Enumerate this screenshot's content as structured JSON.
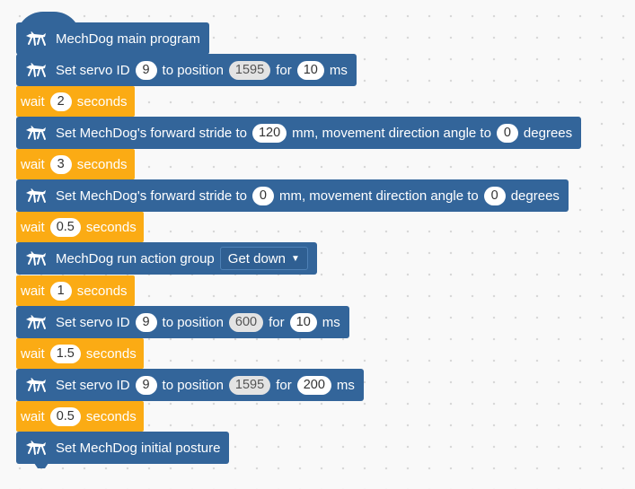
{
  "blocks": [
    {
      "type": "hat",
      "label": "MechDog main program"
    },
    {
      "type": "servo",
      "parts": [
        "Set servo ID",
        "to position",
        "for",
        "ms"
      ],
      "values": [
        "9",
        "1595",
        "10"
      ]
    },
    {
      "type": "wait",
      "parts": [
        "wait",
        "seconds"
      ],
      "value": "2"
    },
    {
      "type": "stride",
      "parts": [
        "Set MechDog's forward stride to",
        "mm, movement direction angle to",
        "degrees"
      ],
      "values": [
        "120",
        "0"
      ]
    },
    {
      "type": "wait",
      "parts": [
        "wait",
        "seconds"
      ],
      "value": "3"
    },
    {
      "type": "stride",
      "parts": [
        "Set MechDog's forward stride to",
        "mm, movement direction angle to",
        "degrees"
      ],
      "values": [
        "0",
        "0"
      ]
    },
    {
      "type": "wait",
      "parts": [
        "wait",
        "seconds"
      ],
      "value": "0.5"
    },
    {
      "type": "action",
      "label": "MechDog run action group",
      "dropdown": "Get down"
    },
    {
      "type": "wait",
      "parts": [
        "wait",
        "seconds"
      ],
      "value": "1"
    },
    {
      "type": "servo",
      "parts": [
        "Set servo ID",
        "to position",
        "for",
        "ms"
      ],
      "values": [
        "9",
        "600",
        "10"
      ]
    },
    {
      "type": "wait",
      "parts": [
        "wait",
        "seconds"
      ],
      "value": "1.5"
    },
    {
      "type": "servo",
      "parts": [
        "Set servo ID",
        "to position",
        "for",
        "ms"
      ],
      "values": [
        "9",
        "1595",
        "200"
      ]
    },
    {
      "type": "wait",
      "parts": [
        "wait",
        "seconds"
      ],
      "value": "0.5"
    },
    {
      "type": "simple",
      "label": "Set MechDog initial posture"
    }
  ],
  "icons": {
    "robot_dog": "mechdog-icon",
    "dropdown_caret": "caret-down-icon"
  },
  "colors": {
    "action_block": "#33659a",
    "wait_block": "#fbab14",
    "workspace": "#f9f9f9"
  }
}
